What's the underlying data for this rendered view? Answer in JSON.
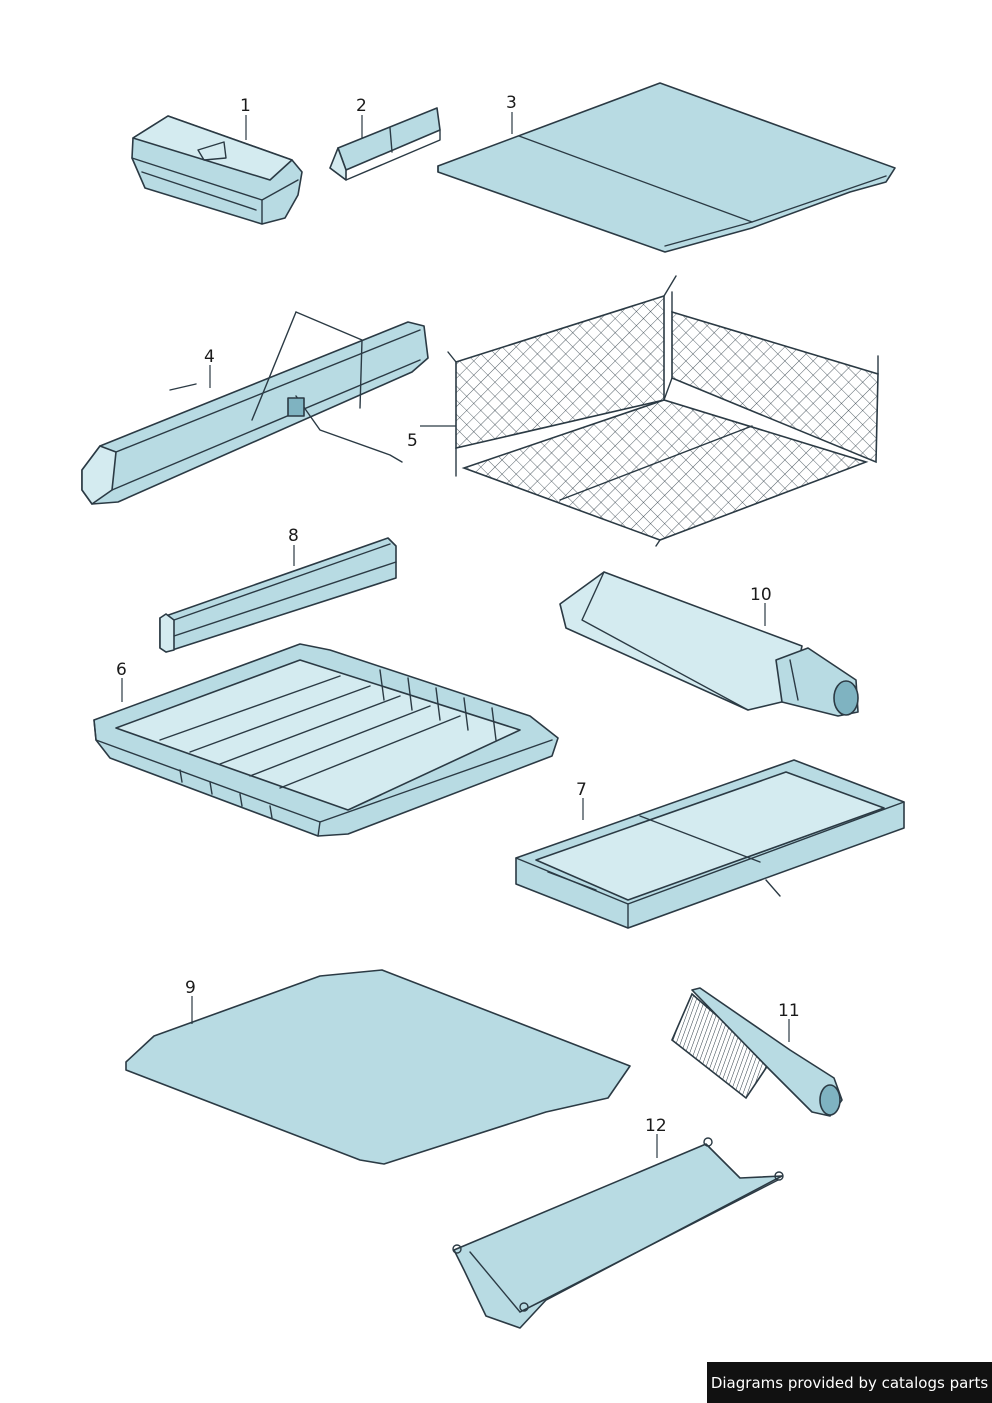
{
  "labels": {
    "l1": "1",
    "l2": "2",
    "l3": "3",
    "l4": "4",
    "l5": "5",
    "l6": "6",
    "l7": "7",
    "l8": "8",
    "l9": "9",
    "l10": "10",
    "l11": "11",
    "l12": "12"
  },
  "footer": {
    "text": "Diagrams provided by catalogs parts"
  },
  "colors": {
    "part_fill": "#b8dbe3",
    "outline": "#2b3a44",
    "footer_bg": "#111111"
  }
}
